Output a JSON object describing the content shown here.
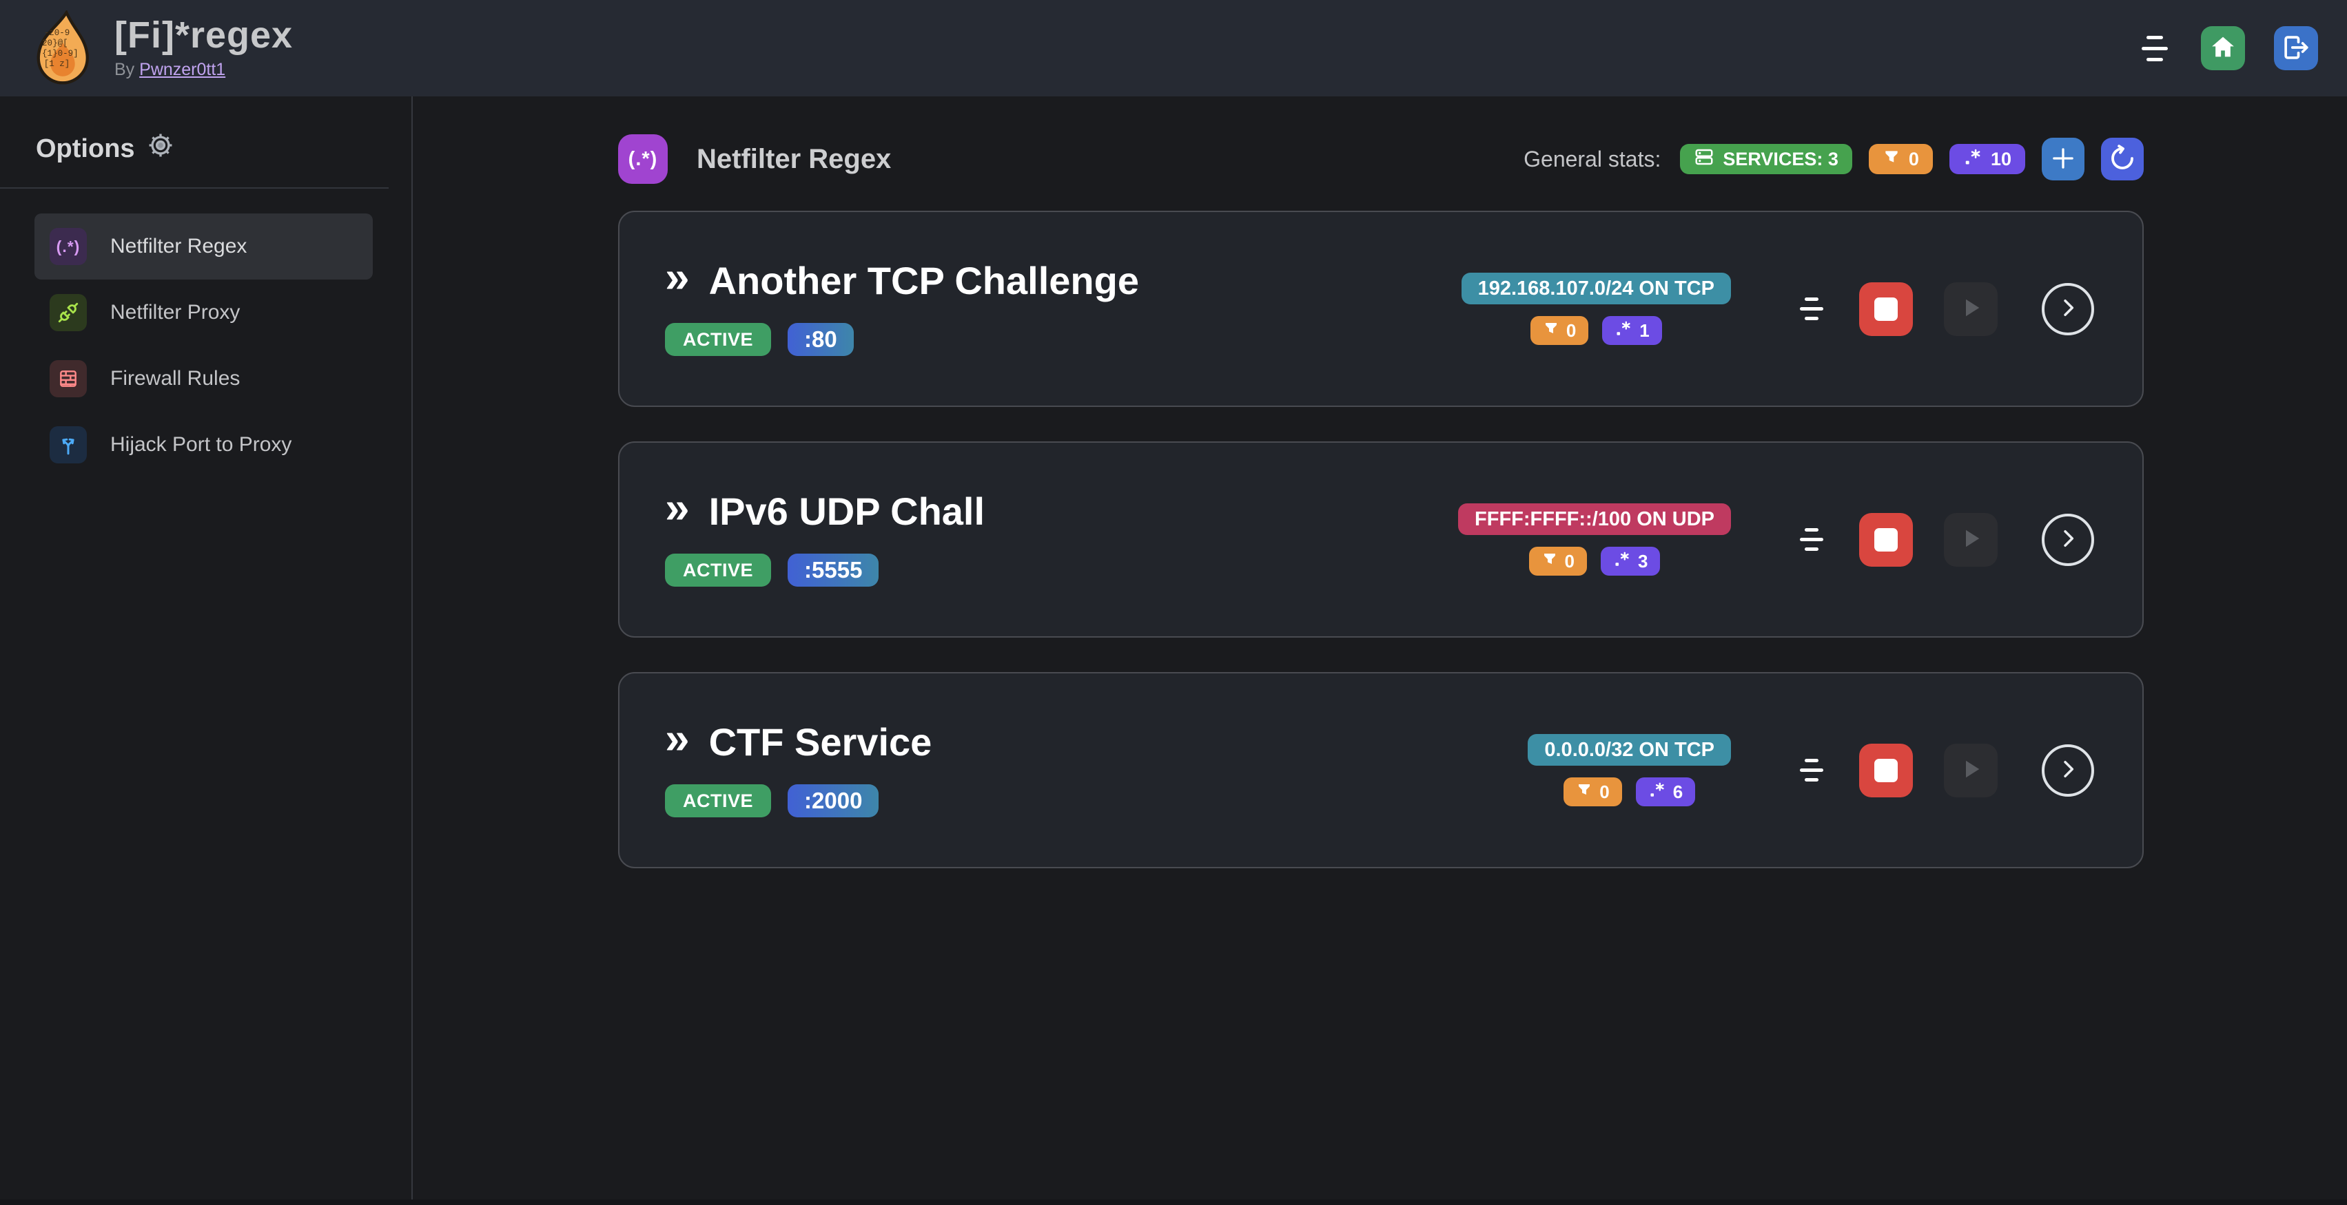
{
  "icons": {
    "regex_glyph": "(.*)",
    "double_chevron": "»",
    "plus": "+"
  },
  "colors": {
    "navbar_bg": "#262a33",
    "body_bg": "#1a1b1e",
    "card_bg": "#22252b",
    "active_green": "#3f9e64",
    "services_green": "#46a24e",
    "orange_filter": "#e8943d",
    "violet_regex": "#6c4ce4",
    "teal_address": "#3d8fa5",
    "pink_address": "#bf3a60",
    "stop_red": "#d9463f",
    "home_green": "#3f9a63",
    "logout_blue": "#3b72c8",
    "plus_blue": "#3d7ac6",
    "refresh_indigo": "#4c61dd",
    "header_icon_purple": "#a044d0"
  },
  "navbar": {
    "title": "[Fi]*regex",
    "byline": "By",
    "author": "Pwnzer0tt1"
  },
  "sidebar": {
    "heading": "Options",
    "items": [
      {
        "label": "Netfilter Regex"
      },
      {
        "label": "Netfilter Proxy"
      },
      {
        "label": "Firewall Rules"
      },
      {
        "label": "Hijack Port to Proxy"
      }
    ]
  },
  "main": {
    "header": {
      "title": "Netfilter Regex"
    },
    "stats": {
      "label": "General stats:",
      "services": "SERVICES: 3",
      "filters": "0",
      "regexes": "10"
    },
    "services": [
      {
        "name": "Another TCP Challenge",
        "status": "ACTIVE",
        "port": ":80",
        "address": "192.168.107.0/24 ON TCP",
        "address_color": "teal",
        "filters": "0",
        "regexes": "1"
      },
      {
        "name": "IPv6 UDP Chall",
        "status": "ACTIVE",
        "port": ":5555",
        "address": "FFFF:FFFF::/100 ON UDP",
        "address_color": "pink",
        "filters": "0",
        "regexes": "3"
      },
      {
        "name": "CTF Service",
        "status": "ACTIVE",
        "port": ":2000",
        "address": "0.0.0.0/32 ON TCP",
        "address_color": "teal",
        "filters": "0",
        "regexes": "6"
      }
    ]
  }
}
